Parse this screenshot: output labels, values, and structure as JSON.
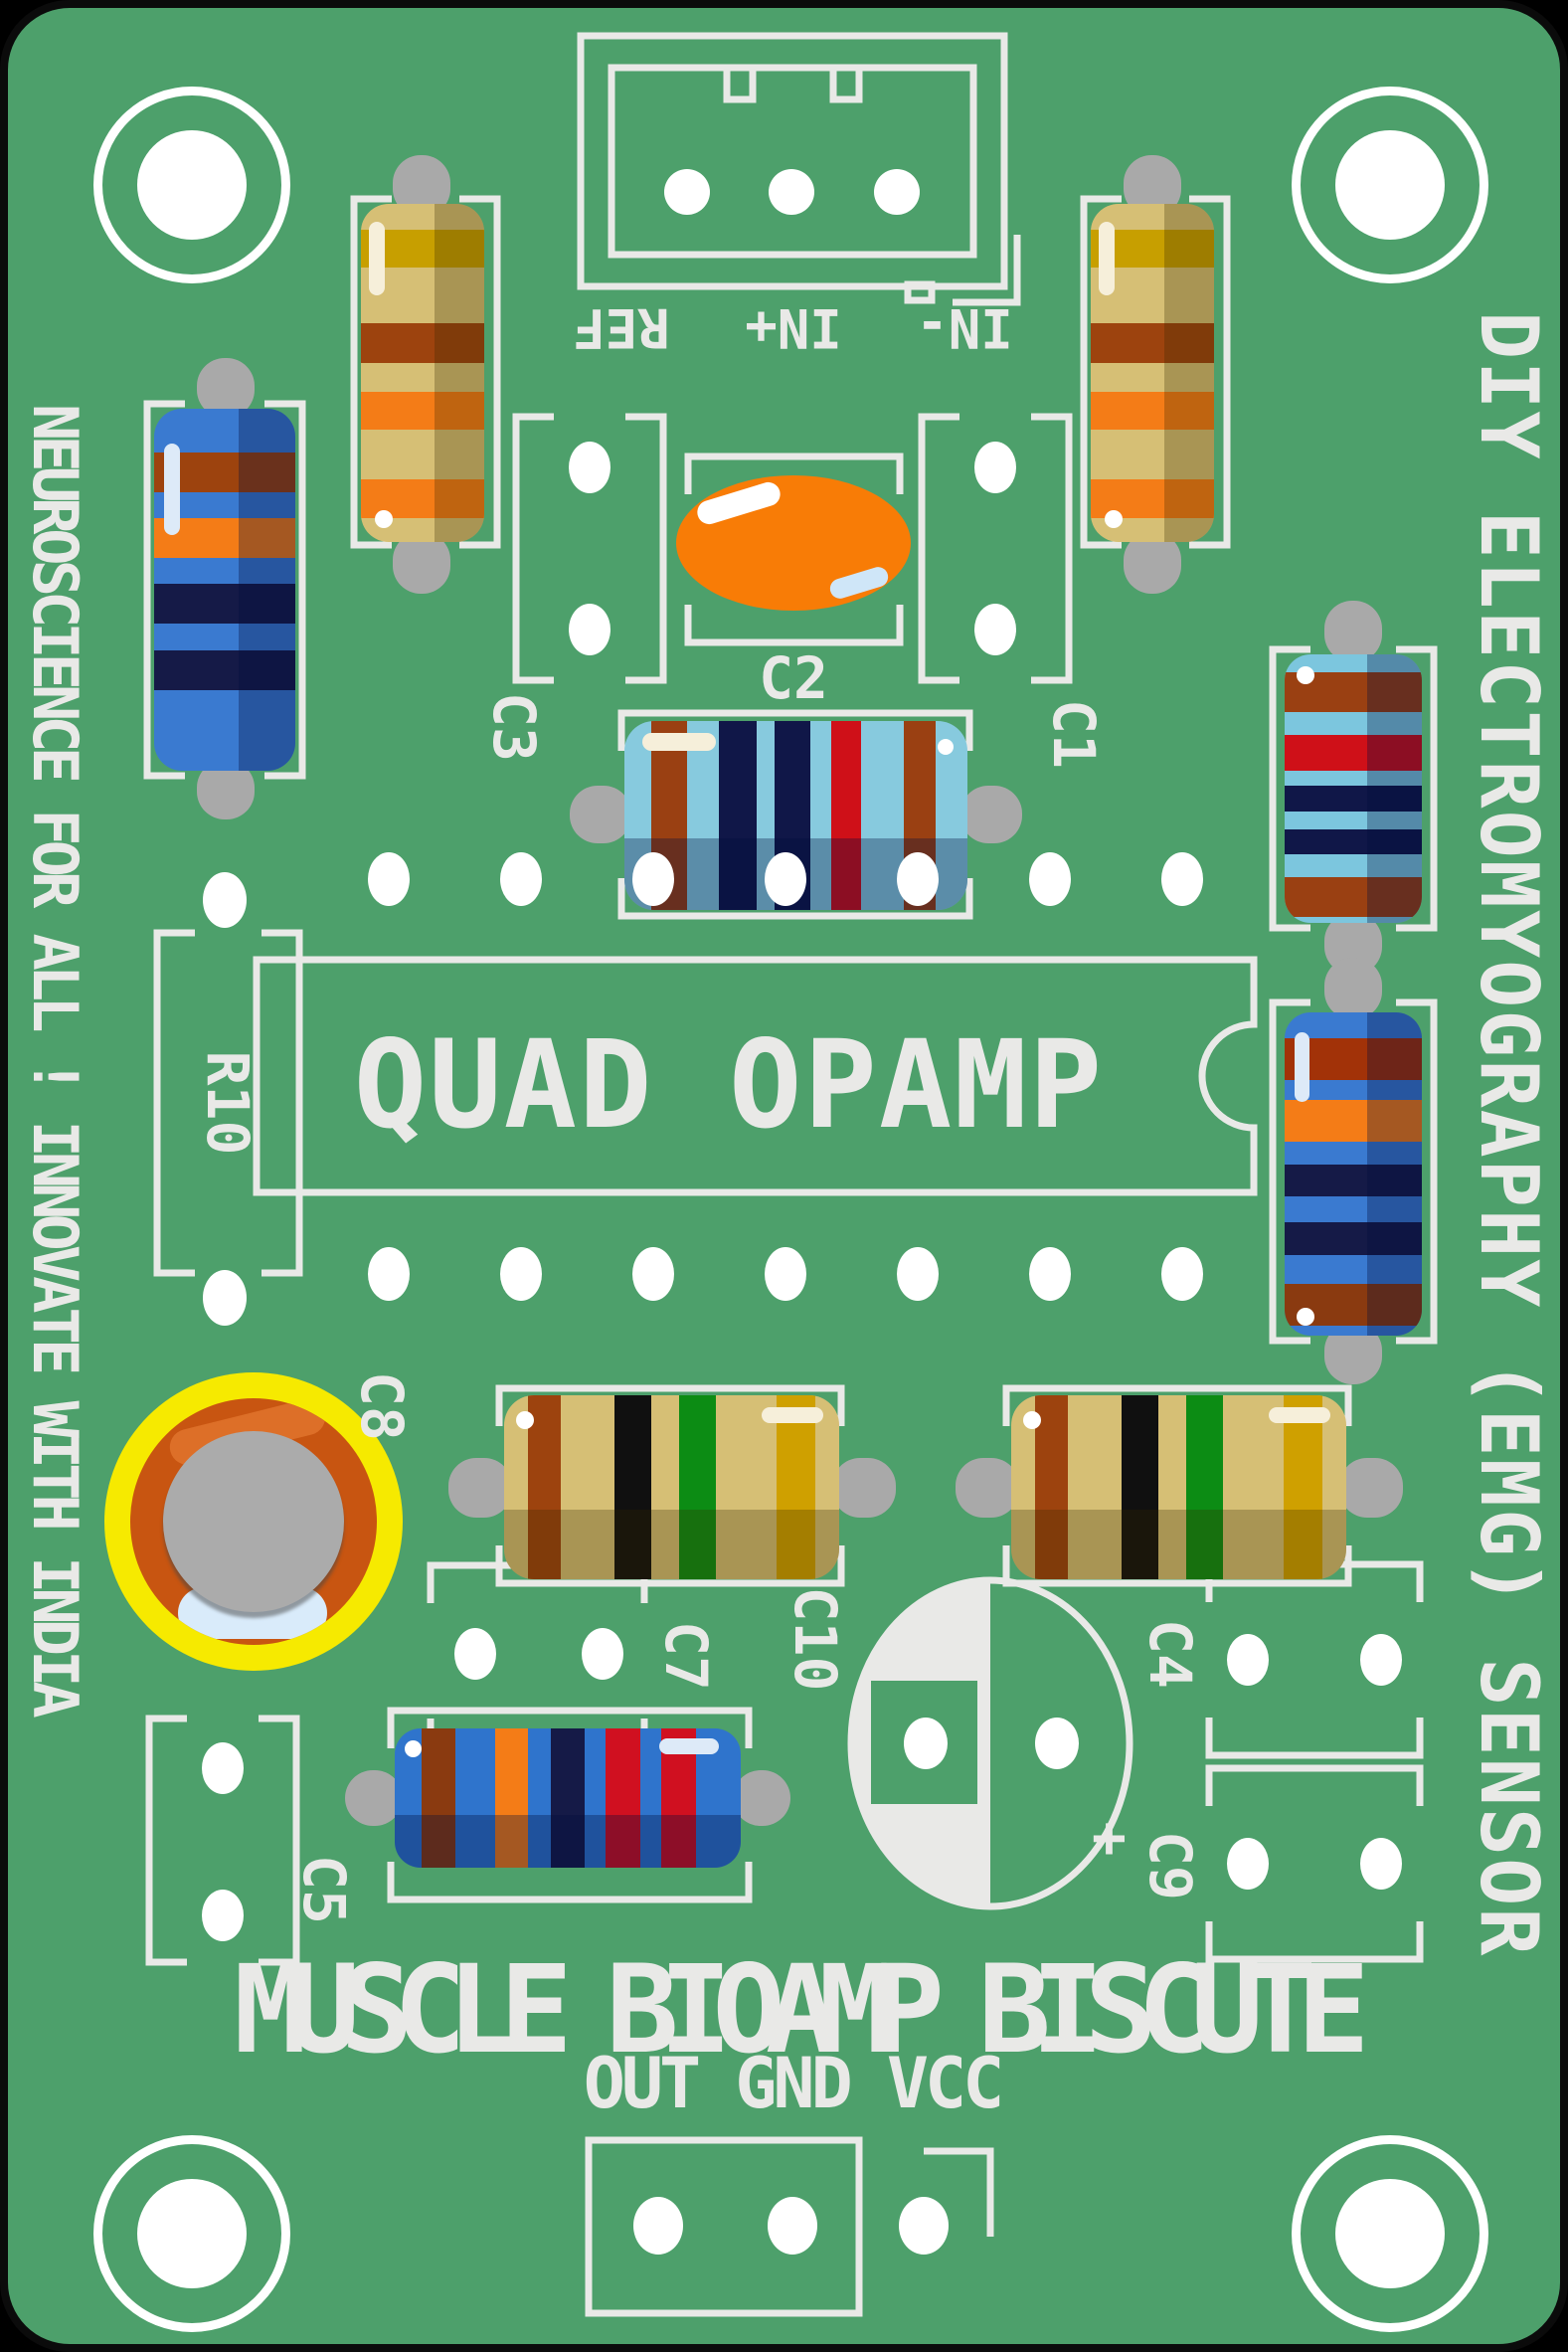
{
  "board": {
    "title": "MUSCLE BIOAMP BISCUTE",
    "bottom_pins_label": "OUT GND VCC",
    "left_edge_text": "NEUROSCIENCE FOR ALL ! INNOVATE WITH INDIA",
    "right_edge_text": "DIY ELECTROMYOGRAPHY (EMG) SENSOR",
    "colors": {
      "board_green": "#4da06b",
      "silkscreen": "#e9e9e7",
      "edge_cut": "#0b0b0b",
      "pad_white": "#ffffff",
      "lead_grey": "#a9a9a9",
      "resistor_tan_body": "#d6bf75",
      "resistor_blue_body": "#3a7ad0",
      "resistor_light_blue_body": "#87cade",
      "band_gold": "#c79f00",
      "band_brown": "#9d430e",
      "band_orange": "#f47c17",
      "band_black": "#101010",
      "band_green": "#0c8c14",
      "band_navy": "#151a47",
      "band_red": "#cf1018",
      "cap_orange": "#f87c06",
      "cap_ring_yellow": "#f6ea00",
      "cap_ring_orange": "#c85511",
      "cap_center_grey": "#ababab"
    }
  },
  "ic": {
    "label": "QUAD OPAMP"
  },
  "top_connector": {
    "pin_labels": [
      "REF",
      "IN+",
      "IN-"
    ]
  },
  "refdes": {
    "r10": "R10",
    "c1": "C1",
    "c2": "C2",
    "c3": "C3",
    "c4": "C4",
    "c5": "C5",
    "c7": "C7",
    "c8": "C8",
    "c9": "C9",
    "c10": "C10"
  },
  "transistor": {
    "polarity_label": "+"
  }
}
